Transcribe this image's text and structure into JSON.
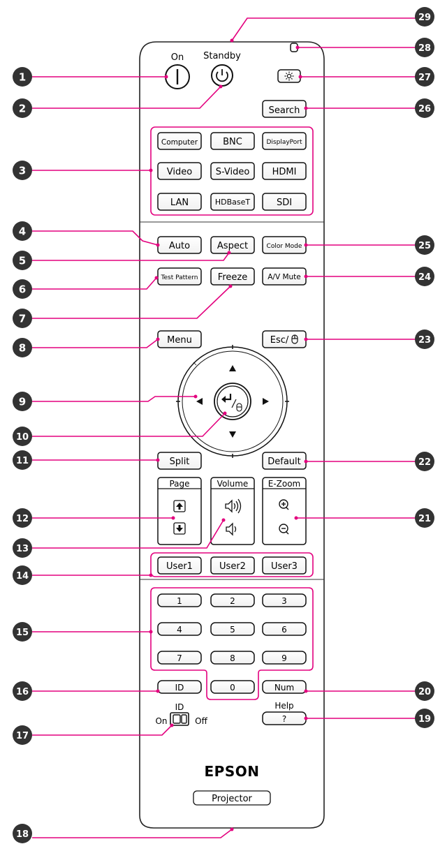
{
  "remote": {
    "on_label": "On",
    "standby_label": "Standby",
    "brand": "EPSON",
    "model": "Projector",
    "buttons": {
      "computer": "Computer",
      "bnc": "BNC",
      "displayport": "DisplayPort",
      "video": "Video",
      "svideo": "S-Video",
      "hdmi": "HDMI",
      "lan": "LAN",
      "hdbaset": "HDBaseT",
      "sdi": "SDI",
      "search": "Search",
      "auto": "Auto",
      "aspect": "Aspect",
      "color_mode": "Color Mode",
      "test_pattern": "Test Pattern",
      "freeze": "Freeze",
      "av_mute": "A/V Mute",
      "menu": "Menu",
      "esc": "Esc/",
      "split": "Split",
      "default": "Default",
      "page": "Page",
      "volume": "Volume",
      "ezoom": "E-Zoom",
      "user1": "User1",
      "user2": "User2",
      "user3": "User3",
      "num1": "1",
      "num2": "2",
      "num3": "3",
      "num4": "4",
      "num5": "5",
      "num6": "6",
      "num7": "7",
      "num8": "8",
      "num9": "9",
      "num0": "0",
      "id": "ID",
      "num": "Num",
      "help_label": "Help",
      "help": "?",
      "id_switch_label": "ID",
      "id_on": "On",
      "id_off": "Off"
    }
  },
  "callouts": [
    "1",
    "2",
    "3",
    "4",
    "5",
    "6",
    "7",
    "8",
    "9",
    "10",
    "11",
    "12",
    "13",
    "14",
    "15",
    "16",
    "17",
    "18",
    "19",
    "20",
    "21",
    "22",
    "23",
    "24",
    "25",
    "26",
    "27",
    "28",
    "29"
  ],
  "colors": {
    "callout_fill": "#333333",
    "leader_line": "#e3007e",
    "leader_dot": "#e3007e"
  }
}
